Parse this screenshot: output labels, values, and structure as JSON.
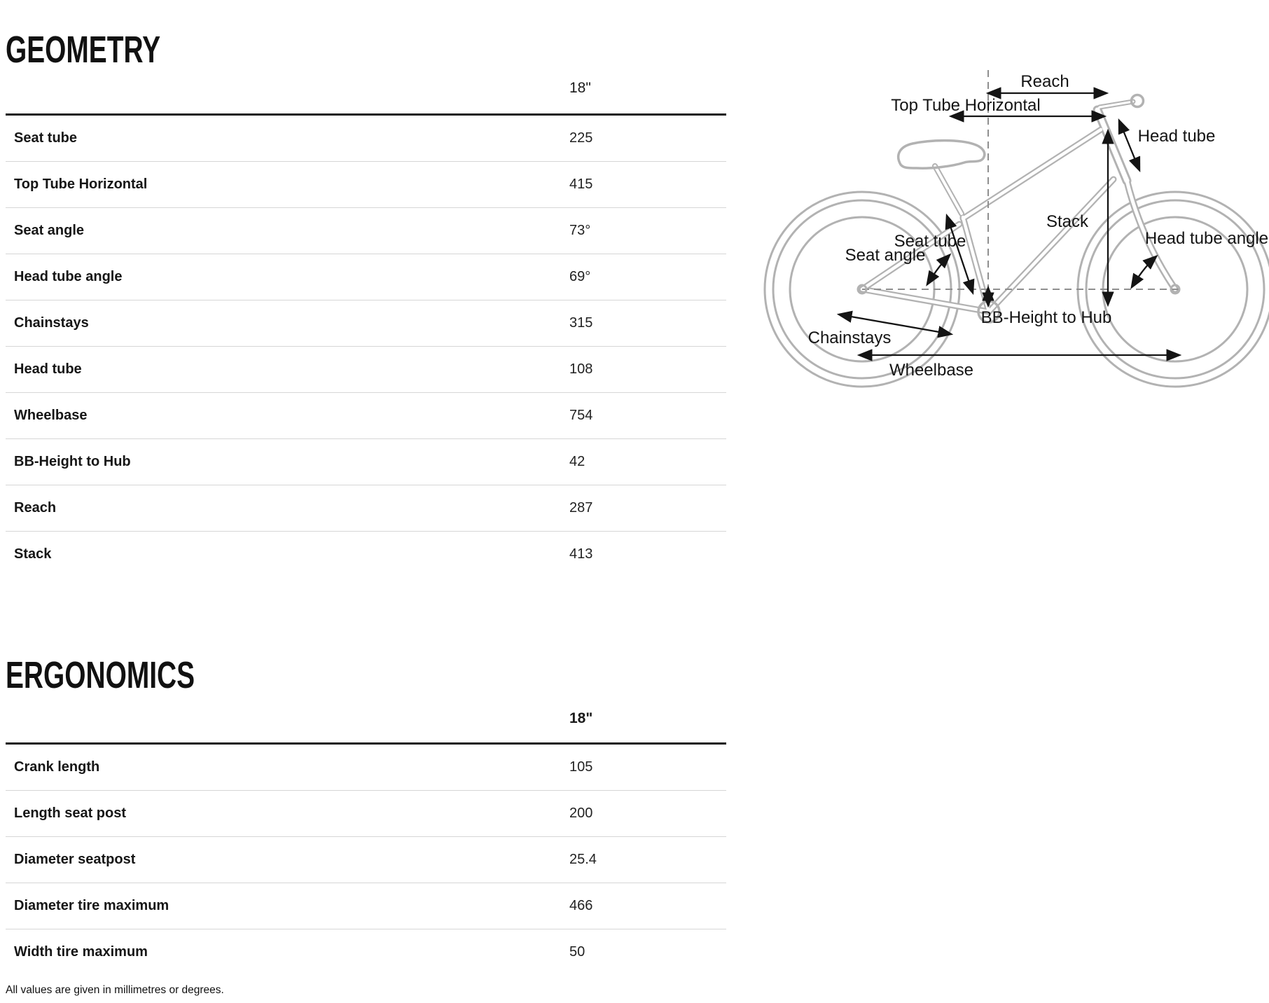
{
  "geometry": {
    "title": "GEOMETRY",
    "size_header": "18\"",
    "rows": [
      {
        "label": "Seat tube",
        "value": "225"
      },
      {
        "label": "Top Tube Horizontal",
        "value": "415"
      },
      {
        "label": "Seat angle",
        "value": "73°"
      },
      {
        "label": "Head tube angle",
        "value": "69°"
      },
      {
        "label": "Chainstays",
        "value": "315"
      },
      {
        "label": "Head tube",
        "value": "108"
      },
      {
        "label": "Wheelbase",
        "value": "754"
      },
      {
        "label": "BB-Height to Hub",
        "value": "42"
      },
      {
        "label": "Reach",
        "value": "287"
      },
      {
        "label": "Stack",
        "value": "413"
      }
    ]
  },
  "ergonomics": {
    "title": "ERGONOMICS",
    "size_header": "18\"",
    "rows": [
      {
        "label": "Crank length",
        "value": "105"
      },
      {
        "label": "Length seat post",
        "value": "200"
      },
      {
        "label": "Diameter seatpost",
        "value": "25.4"
      },
      {
        "label": "Diameter tire maximum",
        "value": "466"
      },
      {
        "label": "Width tire maximum",
        "value": "50"
      }
    ]
  },
  "footnote": "All values are given in millimetres or degrees.",
  "diagram": {
    "labels": {
      "reach": "Reach",
      "top_tube_horizontal": "Top Tube Horizontal",
      "head_tube": "Head tube",
      "stack": "Stack",
      "head_tube_angle": "Head tube angle",
      "seat_tube": "Seat tube",
      "seat_angle": "Seat angle",
      "bb_height_to_hub": "BB-Height to Hub",
      "chainstays": "Chainstays",
      "wheelbase": "Wheelbase"
    }
  },
  "colors": {
    "text": "#141414",
    "drawing_gray": "#b2b2b2",
    "dashed_gray": "#8f8f8f",
    "separator": "#d6d6d6",
    "table_top_border": "#161616"
  }
}
